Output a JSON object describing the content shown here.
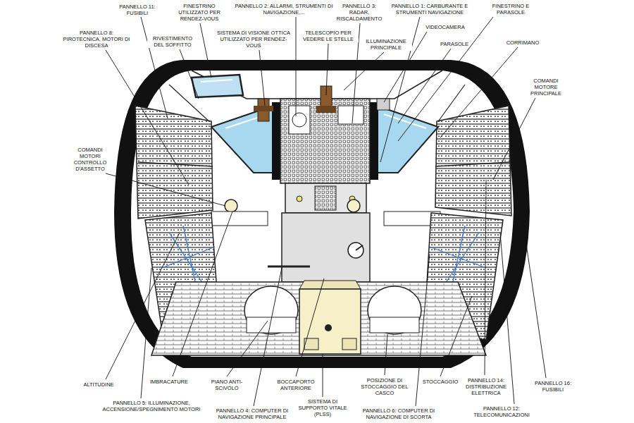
{
  "diagram": {
    "labels": [
      "PANNELLO 11: FUSIBILI",
      "PANNELLO 8: PIROTECNICA, MOTORI DI DISCESA",
      "FINESTRINO UTILIZZATO PER RENDEZ-VOUS",
      "RIVESTIMENTO DEL SOFFITTO",
      "SISTEMA DI VISIONE OTTICA UTILIZZATO PER RENDEZ-VOUS",
      "PANNELLO 2: ALLARMI, STRUMENTI DI NAVIGAZIONE,...",
      "PANNELLO 3: RADAR, RISCALDAMENTO",
      "TELESCOPIO PER VEDERE LE STELLE",
      "PANNELLO 1: CARBURANTE E STRUMENTI NAVIGAZIONE",
      "ILLUMINAZIONE PRINCIPALE",
      "VIDEOCAMERA",
      "FINESTRINO E PARASOLE",
      "PARASOLE",
      "CORRIMANO",
      "COMANDI MOTORE PRINCIPALE",
      "COMANDI MOTORI CONTROLLO D'ASSETTO",
      "ALTITUDINE",
      "IMBRACATURE",
      "PIANO ANTI-SCIVOLO",
      "BOCCAPORTO ANTERIORE",
      "POSIZIONE DI STOCCAGGIO DEL CASCO",
      "STOCCAGGIO",
      "PANNELLO 14: DISTRIBUZIONE ELETTRICA",
      "PANNELLO 16: FUSIBILI",
      "PANNELLO 5: ILLUMINAZIONE, ACCENSIONE/SPEGNIMENTO MOTORI",
      "SISTEMA DI SUPPORTO VITALE (PLSS)",
      "PANNELLO 4: COMPUTER DI NAVIGAZIONE PRINCIPALE",
      "PANNELLO 6: COMPUTER DI NAVIGAZIONE DI SCORTA",
      "PANNELLO 12: TELECOMUNICAZIONI"
    ]
  }
}
